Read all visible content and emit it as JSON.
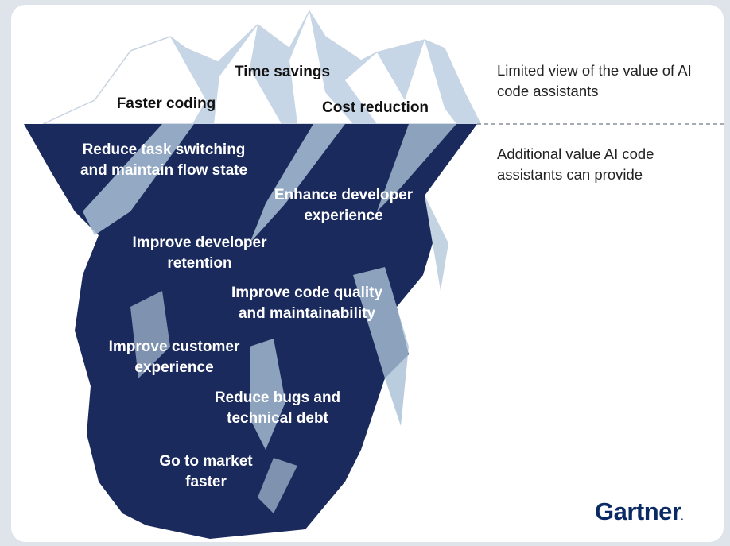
{
  "diagram": {
    "above_water": [
      {
        "id": "time-savings",
        "text": "Time savings"
      },
      {
        "id": "faster-coding",
        "text": "Faster coding"
      },
      {
        "id": "cost-reduction",
        "text": "Cost reduction"
      }
    ],
    "below_water": [
      {
        "id": "reduce-task-switching",
        "text": "Reduce task switching and maintain flow state"
      },
      {
        "id": "enhance-developer-experience",
        "text": "Enhance developer experience"
      },
      {
        "id": "improve-developer-retention",
        "text": "Improve developer retention"
      },
      {
        "id": "improve-code-quality",
        "text": "Improve code quality and maintainability"
      },
      {
        "id": "improve-customer-experience",
        "text": "Improve customer experience"
      },
      {
        "id": "reduce-bugs",
        "text": "Reduce bugs and technical debt"
      },
      {
        "id": "go-to-market",
        "text": "Go to market faster"
      }
    ],
    "side_labels": {
      "limited_view": "Limited view of the value of AI code assistants",
      "additional_value": "Additional value AI code assistants can provide"
    },
    "logo": "Gartner"
  },
  "colors": {
    "iceberg_dark": "#1b2a5c",
    "iceberg_light": "#a9c0d6",
    "tip_fill": "#ffffff",
    "tip_shade": "#c6d6e6",
    "logo": "#0a2a66"
  }
}
